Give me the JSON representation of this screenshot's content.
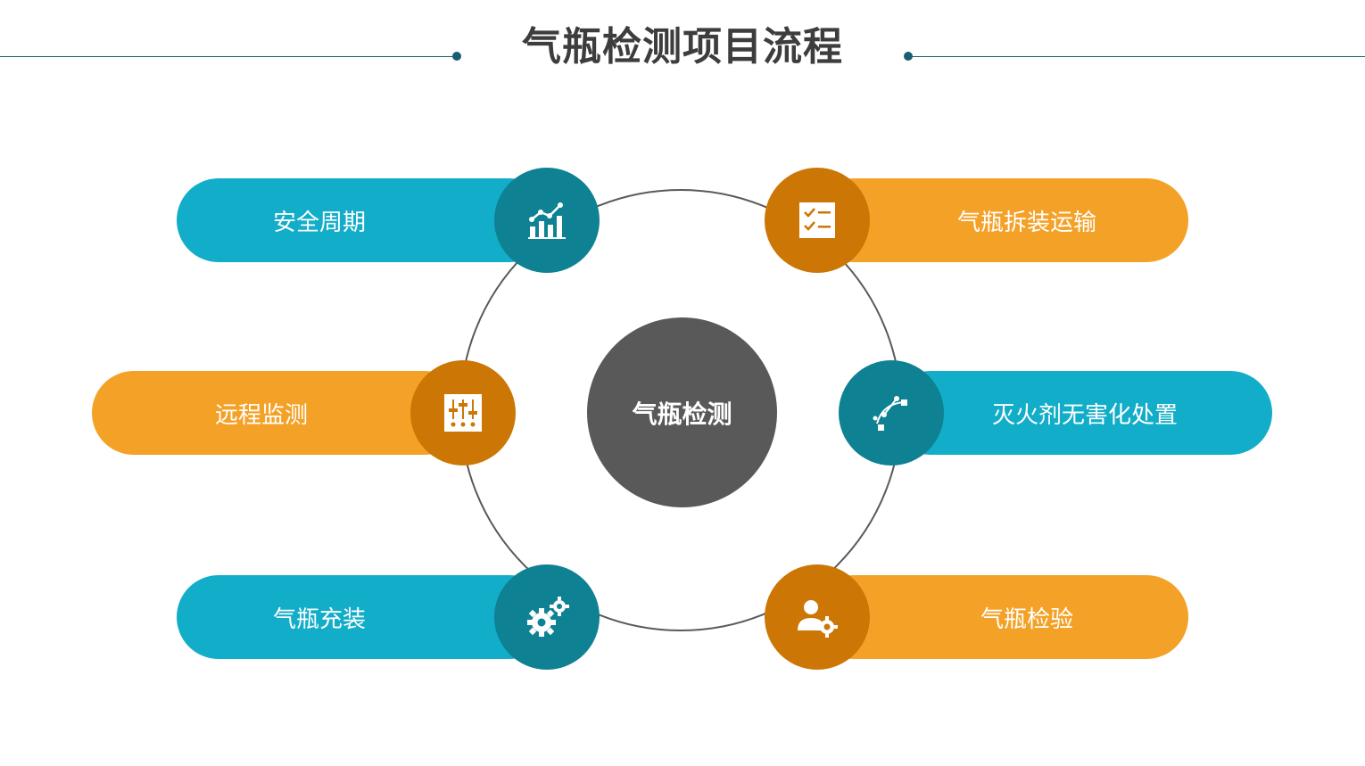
{
  "title": "气瓶检测项目流程",
  "center_label": "气瓶检测",
  "colors": {
    "teal": "#12adc8",
    "teal_dark": "#0e8193",
    "orange": "#f4a127",
    "orange_dark": "#cc7606",
    "center": "#595959",
    "line": "#1b5e73"
  },
  "items": [
    {
      "label": "安全周期",
      "icon": "bar-chart-icon"
    },
    {
      "label": "气瓶拆装运输",
      "icon": "checklist-icon"
    },
    {
      "label": "远程监测",
      "icon": "sliders-icon"
    },
    {
      "label": "灭火剂无害化处置",
      "icon": "bezier-curve-icon"
    },
    {
      "label": "气瓶充装",
      "icon": "gears-icon"
    },
    {
      "label": "气瓶检验",
      "icon": "user-gear-icon"
    }
  ]
}
